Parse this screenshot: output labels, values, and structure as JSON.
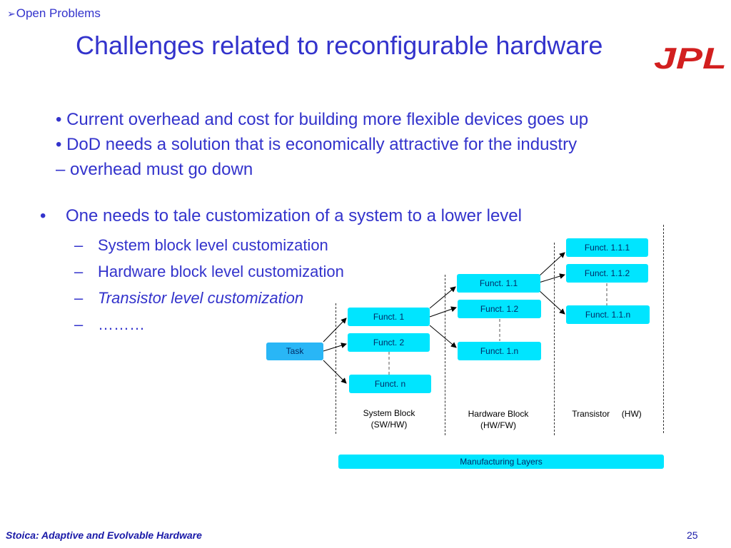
{
  "header": {
    "section_marker": "➢",
    "section": "Open Problems",
    "title": "Challenges related to reconfigurable hardware",
    "logo_text": "JPL",
    "logo_color": "#d21f1f"
  },
  "intro_bullets": [
    "• Current overhead and cost for building more flexible devices goes up",
    "• DoD needs a solution that is economically attractive   for the industry",
    "– overhead must go down"
  ],
  "main_bullet": {
    "marker": "•",
    "text": "One needs to tale customization of a system to a lower level",
    "subs": [
      {
        "marker": "–",
        "text": "System block level customization",
        "italic": false
      },
      {
        "marker": "–",
        "text": "Hardware block level customization",
        "italic": false
      },
      {
        "marker": "–",
        "text": "Transistor level customization",
        "italic": true
      },
      {
        "marker": "–",
        "text": "………",
        "italic": false
      }
    ]
  },
  "diagram": {
    "task": "Task",
    "system_block": [
      "Funct. 1",
      "Funct. 2",
      "Funct. n"
    ],
    "hardware_block": [
      "Funct. 1.1",
      "Funct. 1.2",
      "Funct. 1.n"
    ],
    "transistor": [
      "Funct. 1.1.1",
      "Funct. 1.1.2",
      "Funct. 1.1.n"
    ],
    "labels": {
      "system_block_1": "System Block",
      "system_block_2": "(SW/HW)",
      "hardware_block_1": "Hardware Block",
      "hardware_block_2": "(HW/FW)",
      "transistor": "Transistor     (HW)"
    },
    "manufacturing": "Manufacturing Layers",
    "colors": {
      "box": "#00e5ff",
      "task": "#29b6f6"
    }
  },
  "footer": {
    "left": "Stoica: Adaptive and Evolvable Hardware",
    "page_number": "25"
  }
}
